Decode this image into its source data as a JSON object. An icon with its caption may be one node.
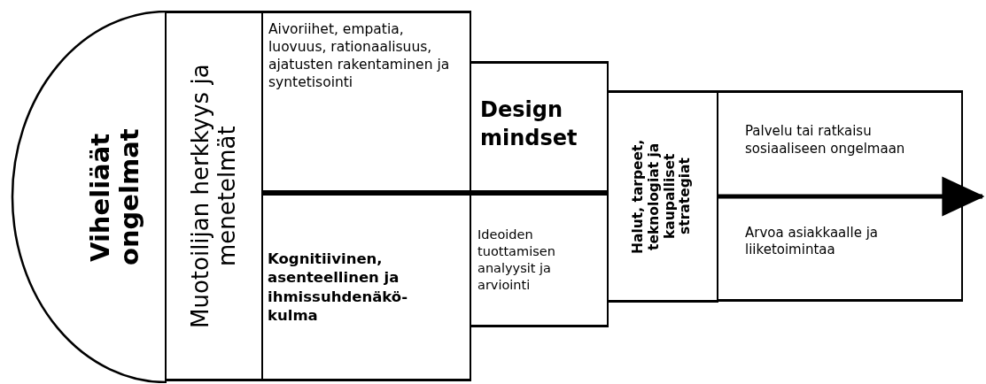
{
  "diagram": {
    "nodes": [
      {
        "text": [
          "Viheliäät ongelmat"
        ]
      },
      {
        "text": [
          "Muotoilijan herkkyys ja menetelmät"
        ]
      },
      {
        "text": [
          "Aivoriihet, empatia, luovuus, rationaalisuus, ajatusten rakentaminen ja syntetisointi"
        ]
      },
      {
        "text": [
          "Kognitiivinen, asenteellinen ja ihmissuhdenäkö- kulma"
        ]
      },
      {
        "text": [
          "Design mindset"
        ]
      },
      {
        "text": [
          "Ideoiden tuottamisen analyysit ja arviointi"
        ]
      },
      {
        "text": [
          "Halut, tarpeet, teknologiat ja kaupalliset strategiat"
        ]
      },
      {
        "text": [
          "Palvelu tai ratkaisu sosiaaliseen ongelmaan"
        ]
      },
      {
        "text": [
          "Arvoa asiakkaalle ja liiketoimintaa"
        ]
      }
    ],
    "edges": [
      {
        "from": 6,
        "to": 8,
        "arrow": "to"
      }
    ]
  }
}
